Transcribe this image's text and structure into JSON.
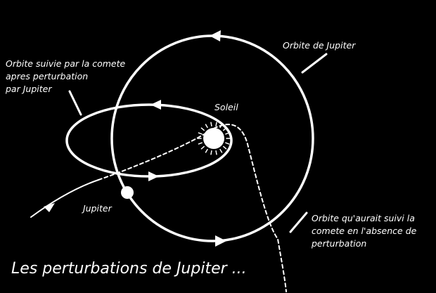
{
  "labels": {
    "jupiter_orbit": "Orbite de Jupiter",
    "comet_orbit_line1": "Orbite suivie par la comete",
    "comet_orbit_line2": "apres perturbation",
    "comet_orbit_line3": "par Jupiter",
    "sun": "Soleil",
    "jupiter": "Jupiter",
    "unperturbed_line1": "Orbite qu'aurait suivi la",
    "unperturbed_line2": "comete en l'absence de",
    "unperturbed_line3": "perturbation"
  },
  "title": "Les perturbations de Jupiter ...",
  "colors": {
    "background": "#000000",
    "foreground": "#ffffff"
  }
}
